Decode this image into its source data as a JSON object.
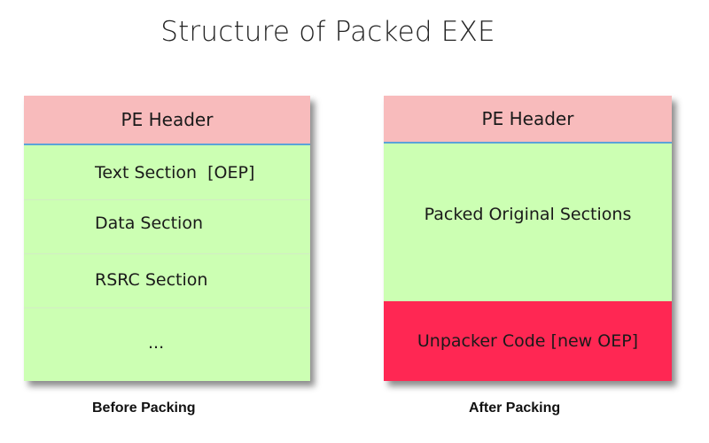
{
  "title": "Structure of Packed EXE",
  "before": {
    "header": "PE Header",
    "sections": [
      "Text Section  [OEP]",
      "Data Section",
      "RSRC Section",
      "..."
    ],
    "caption": "Before Packing"
  },
  "after": {
    "header": "PE Header",
    "packed": "Packed Original Sections",
    "unpacker": "Unpacker Code [new OEP]",
    "caption": "After Packing"
  },
  "colors": {
    "header": "#f8bbbc",
    "section": "#ccffb3",
    "unpacker": "#ff2753",
    "header_rule": "#5ba3d8"
  }
}
